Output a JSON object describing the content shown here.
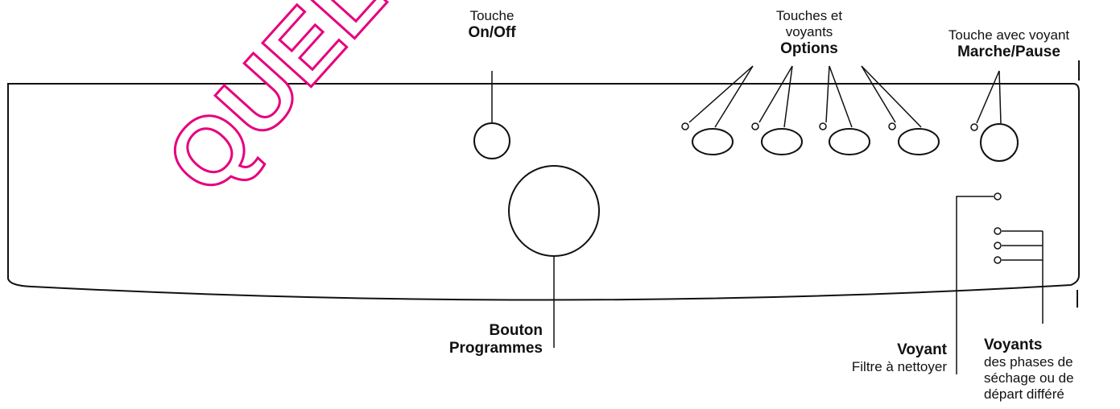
{
  "labels": {
    "on_off": {
      "line1": "Touche",
      "line2": "On/Off"
    },
    "options": {
      "line1": "Touches et",
      "line2": "voyants",
      "line3": "Options"
    },
    "marche_pause": {
      "line1": "Touche avec voyant",
      "line2": "Marche/Pause"
    },
    "programmes": {
      "line1": "Bouton",
      "line2": "Programmes"
    },
    "filtre": {
      "line1": "Voyant",
      "line2": "Filtre à nettoyer"
    },
    "phases": {
      "line1": "Voyants",
      "line2": "des phases de",
      "line3": "séchage ou de",
      "line4": "départ différé"
    }
  },
  "watermark": {
    "text": "QUELSPE",
    "color": "#e6007e"
  },
  "colors": {
    "line": "#111111",
    "background": "#ffffff"
  }
}
